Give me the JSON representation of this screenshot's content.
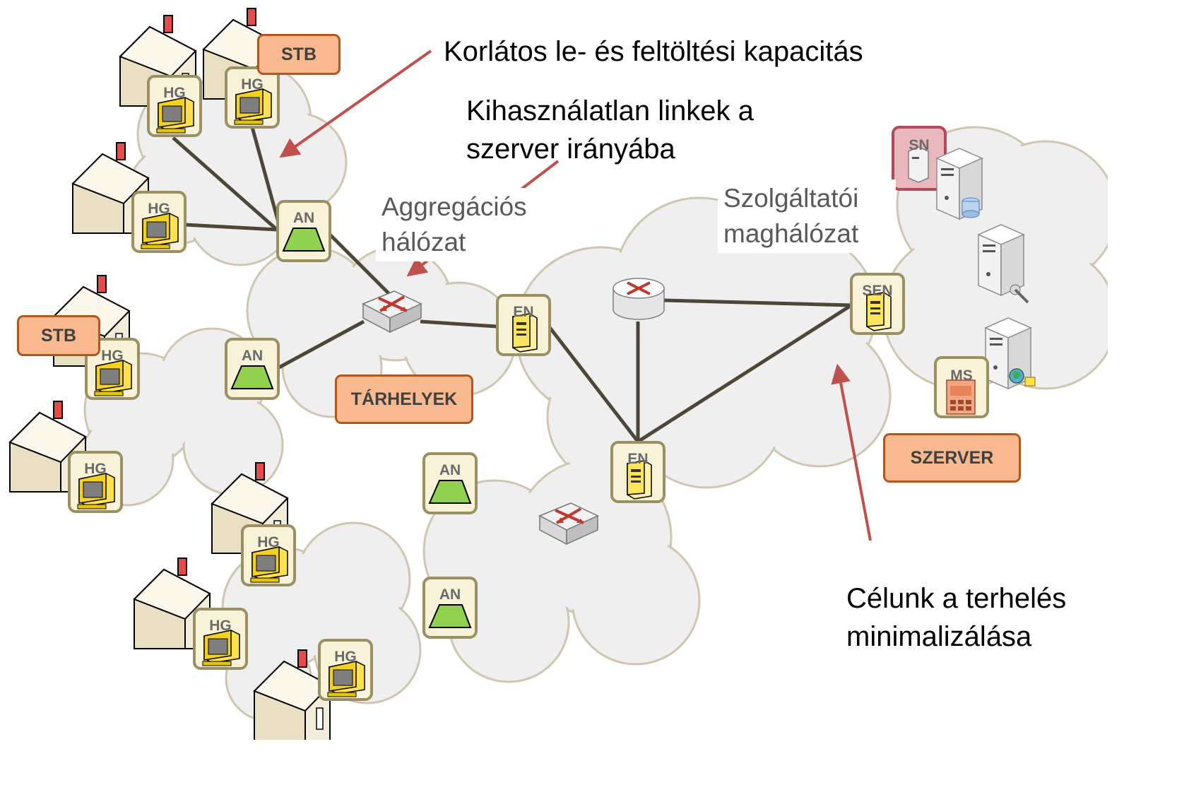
{
  "callouts": {
    "upload_capacity": "Korlátos  le- és feltöltési kapacitás",
    "unused_links_line1": "Kihasználatlan linkek a",
    "unused_links_line2": "szerver irányába",
    "goal_line1": "Célunk a terhelés",
    "goal_line2": "minimalizálása"
  },
  "regions": {
    "aggregation_line1": "Aggregációs",
    "aggregation_line2": "hálózat",
    "core_line1": "Szolgáltatói",
    "core_line2": "maghálózat"
  },
  "tags": {
    "stb": "STB",
    "storage": "TÁRHELYEK",
    "server": "SZERVER"
  },
  "device_labels": {
    "home_gateway": "HG",
    "access_node": "AN",
    "edge_node": "EN",
    "service_edge_node": "SEN",
    "storage_node": "SN",
    "media_server": "MS"
  },
  "colors": {
    "cloud_fill": "#efefef",
    "cloud_stroke": "#cfc6ae",
    "link": "#4e4636",
    "arrow": "#c0504d",
    "device_frame": "#9b8f63",
    "device_tile": "#f7f2d8",
    "tag_fill": "#f9b98f",
    "tag_border": "#b0561e",
    "access_node_green": "#92d050",
    "storage_node_frame": "#b14a55"
  }
}
